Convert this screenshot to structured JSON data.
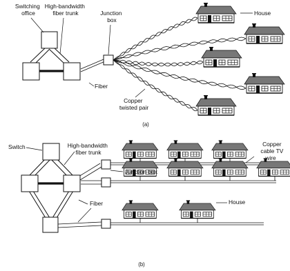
{
  "part_a": {
    "labels": {
      "switching_office": [
        "Switching",
        "office"
      ],
      "fiber_trunk": [
        "High-bandwidth",
        "fiber trunk"
      ],
      "junction_box": [
        "Junction",
        "box"
      ],
      "house": "House",
      "fiber": "Fiber",
      "copper_twisted_pair": [
        "Copper",
        "twisted pair"
      ]
    },
    "caption": "(a)"
  },
  "part_b": {
    "labels": {
      "switch": "Switch",
      "fiber_trunk": [
        "High-bandwidth",
        "fiber trunk"
      ],
      "junction_box": "Junction box",
      "copper_cable": [
        "Copper",
        "cable TV",
        "wire"
      ],
      "fiber": "Fiber",
      "house": "House"
    },
    "caption": "(b)"
  },
  "colors": {
    "ink": "#111111",
    "background": "#ffffff",
    "roof": "#777777"
  }
}
